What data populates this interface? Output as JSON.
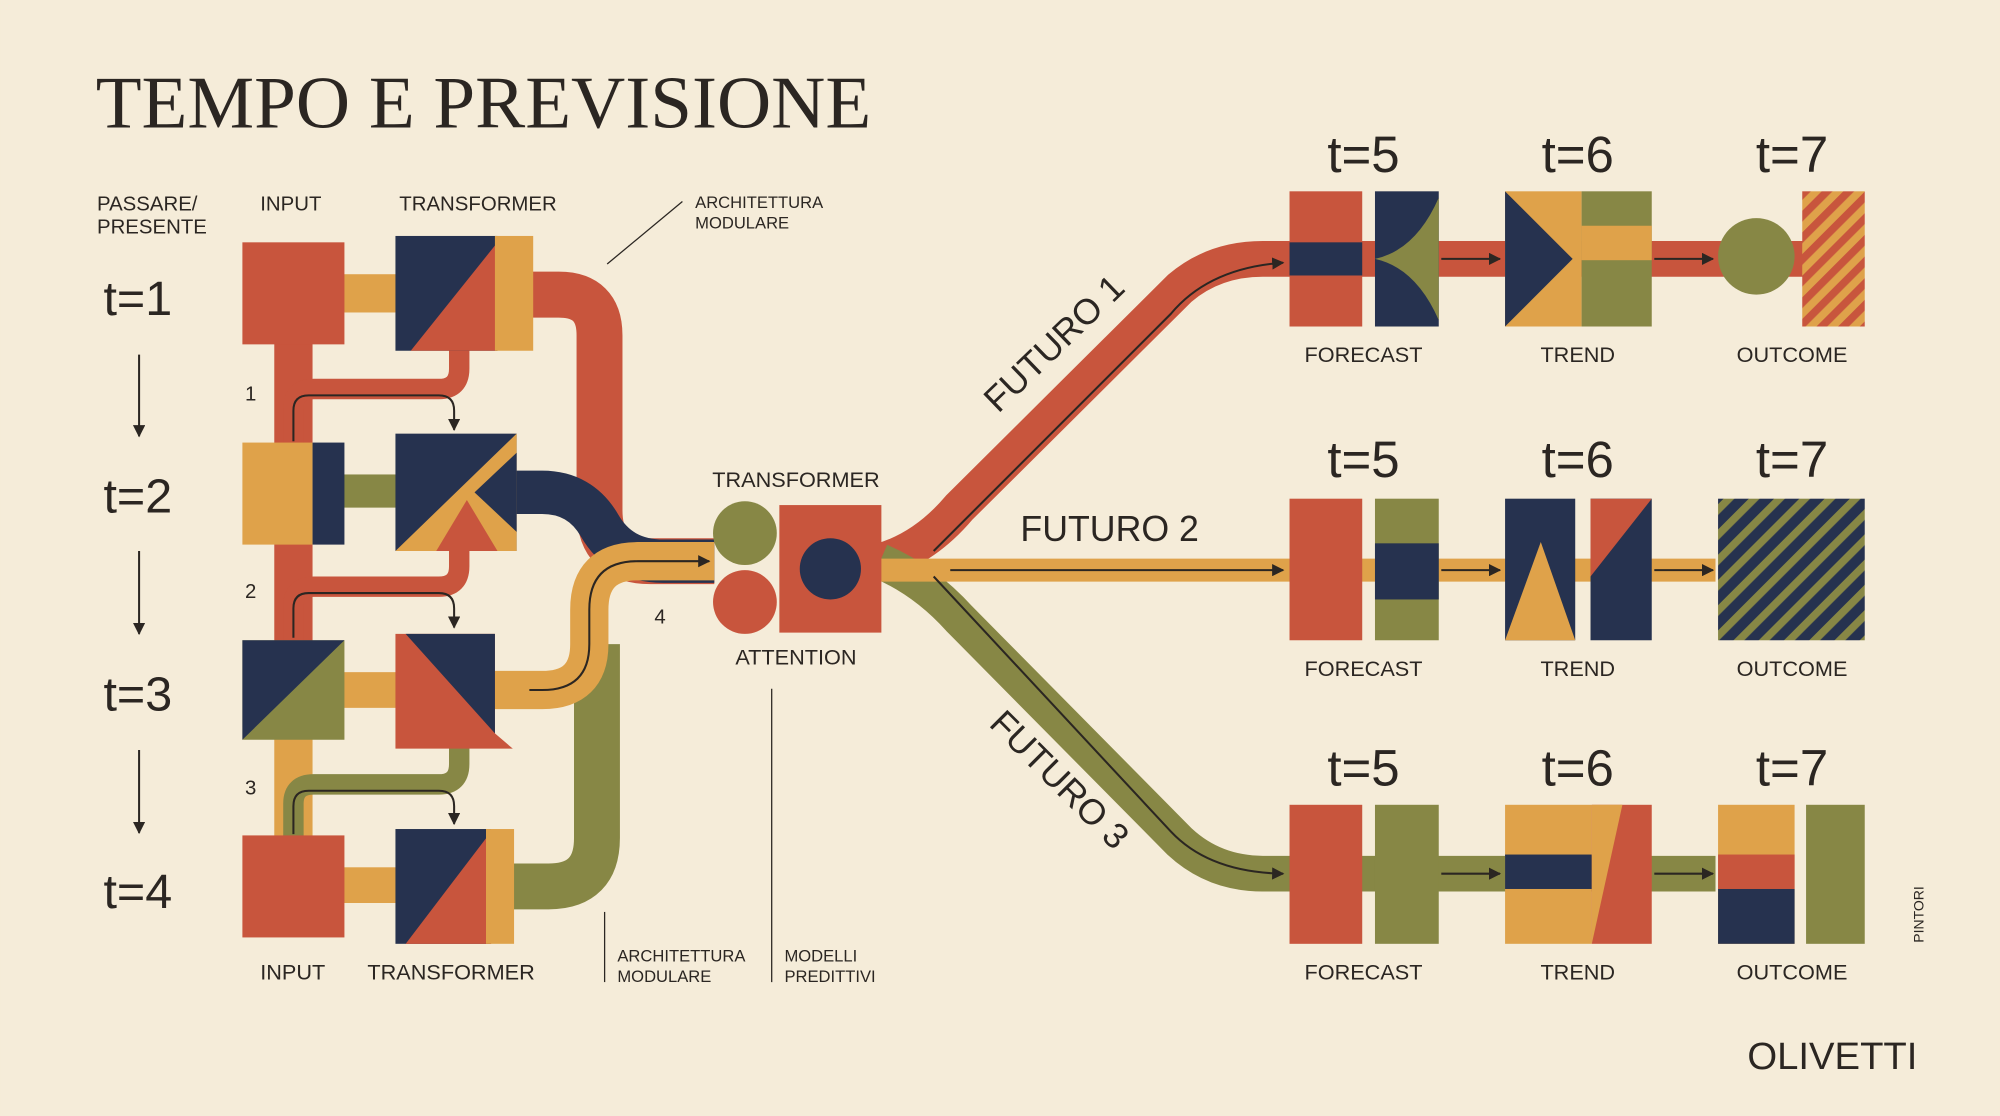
{
  "title": "TEMPO E PREVISIONE",
  "header": {
    "past_present": [
      "PASSARE/",
      "PRESENTE"
    ],
    "input": "INPUT",
    "transformer": "TRANSFORMER",
    "modular_architecture": [
      "ARCHITETTURA",
      "MODULARE"
    ]
  },
  "time_steps": [
    "t=1",
    "t=2",
    "t=3",
    "t=4"
  ],
  "connection_numbers": [
    "1",
    "2",
    "3",
    "4"
  ],
  "footer": {
    "input": "INPUT",
    "transformer": "TRANSFORMER",
    "modular_architecture": [
      "ARCHITETTURA",
      "MODULARE"
    ],
    "predictive_models": [
      "MODELLI",
      "PREDITTIVI"
    ]
  },
  "hub": {
    "transformer": "TRANSFORMER",
    "attention": "ATTENTION"
  },
  "futures": [
    {
      "label": "FUTURO 1",
      "color": "red",
      "steps": [
        {
          "time": "t=5",
          "stage": "FORECAST"
        },
        {
          "time": "t=6",
          "stage": "TREND"
        },
        {
          "time": "t=7",
          "stage": "OUTCOME"
        }
      ]
    },
    {
      "label": "FUTURO 2",
      "color": "mustard",
      "steps": [
        {
          "time": "t=5",
          "stage": "FORECAST"
        },
        {
          "time": "t=6",
          "stage": "TREND"
        },
        {
          "time": "t=7",
          "stage": "OUTCOME"
        }
      ]
    },
    {
      "label": "FUTURO 3",
      "color": "olive",
      "steps": [
        {
          "time": "t=5",
          "stage": "FORECAST"
        },
        {
          "time": "t=6",
          "stage": "TREND"
        },
        {
          "time": "t=7",
          "stage": "OUTCOME"
        }
      ]
    }
  ],
  "credit": "PINTORI",
  "brand": "OLIVETTI",
  "icons": {
    "time_arrow": "down-arrow-icon",
    "flow_arrow": "right-arrow-icon"
  },
  "colors": {
    "background": "#f5ecd9",
    "red": "#c8553d",
    "navy": "#26324f",
    "mustard": "#dfa24a",
    "olive": "#878745",
    "ink": "#2b2622"
  }
}
